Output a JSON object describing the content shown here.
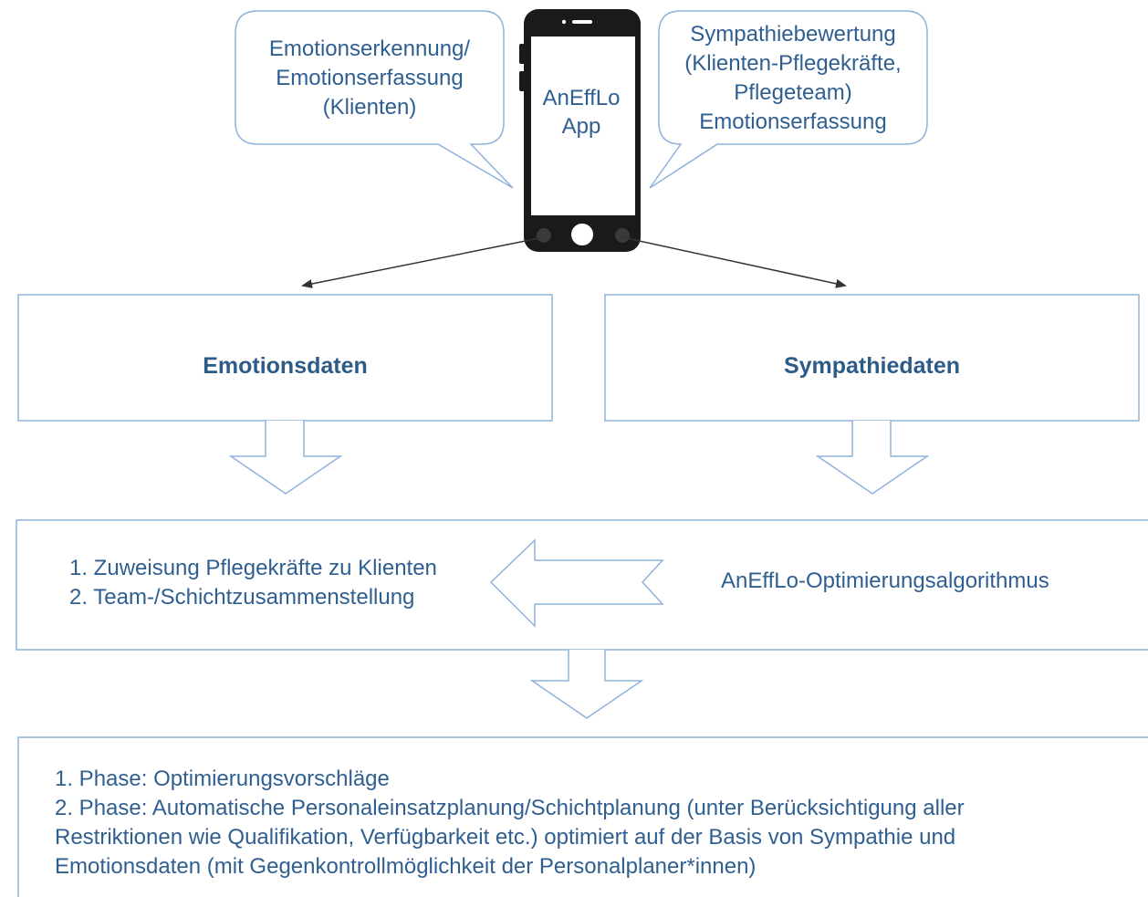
{
  "app": {
    "line1": "AnEffLo",
    "line2": "App"
  },
  "bubble_left": {
    "lines": [
      "Emotionserkennung/",
      "Emotionserfassung",
      "(Klienten)"
    ]
  },
  "bubble_right": {
    "lines": [
      "Sympathiebewertung",
      "(Klienten-Pflegekräfte,",
      "Pflegeteam)",
      "Emotionserfassung"
    ]
  },
  "boxes": {
    "emotion": "Emotionsdaten",
    "sympathy": "Sympathiedaten"
  },
  "middle": {
    "list": [
      "1. Zuweisung Pflegekräfte zu Klienten",
      "2. Team-/Schichtzusammenstellung"
    ],
    "algorithm": "AnEffLo-Optimierungsalgorithmus"
  },
  "bottom": {
    "lines": [
      "1. Phase: Optimierungsvorschläge",
      "2. Phase: Automatische Personaleinsatzplanung/Schichtplanung (unter Berücksichtigung aller",
      "Restriktionen wie Qualifikation, Verfügbarkeit etc.) optimiert auf der Basis von Sympathie und",
      "Emotionsdaten (mit Gegenkontrollmöglichkeit der Personalplaner*innen)"
    ]
  },
  "colors": {
    "outline": "#8fb2dc",
    "text": "#2f5f91",
    "title": "#2d5b87",
    "phone": "#1a1a1a"
  }
}
